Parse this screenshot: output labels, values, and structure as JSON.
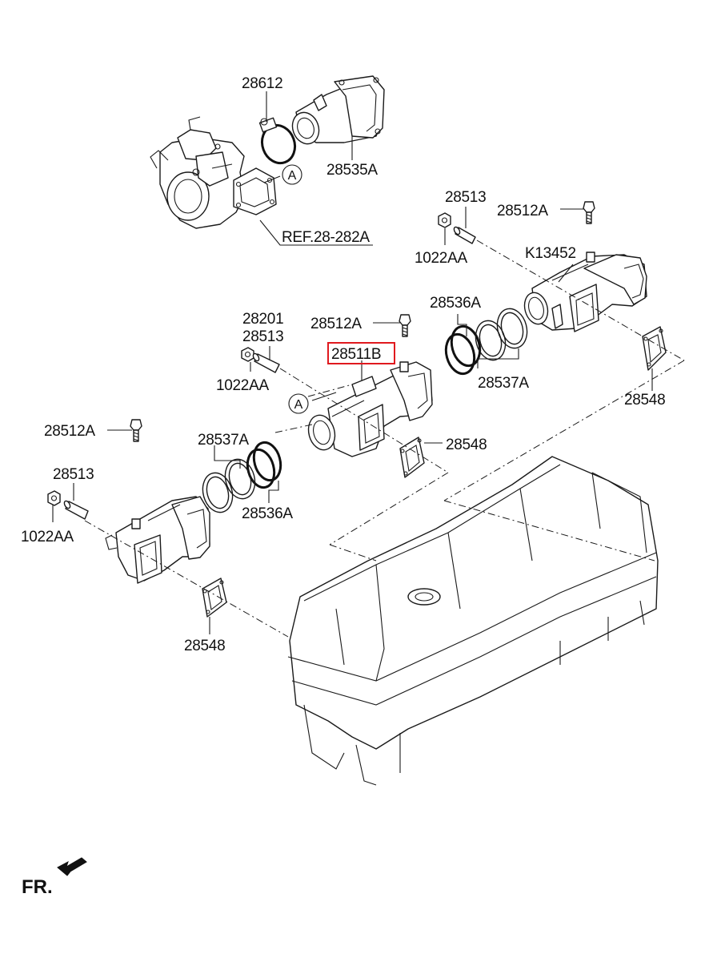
{
  "labels": {
    "p28612": "28612",
    "p28535a": "28535A",
    "circle_a_top": "A",
    "ref": "REF.28-282A",
    "p28513_r": "28513",
    "p28512a_r": "28512A",
    "p1022aa_r": "1022AA",
    "k13452": "K13452",
    "p28536a_r": "28536A",
    "p28537a_r": "28537A",
    "p28548_r": "28548",
    "p28201": "28201",
    "p28513_m": "28513",
    "p28512a_m": "28512A",
    "p28511b": "28511B",
    "p1022aa_m": "1022AA",
    "circle_a_mid": "A",
    "p28548_m": "28548",
    "p28512a_l": "28512A",
    "p28537a_l": "28537A",
    "p28513_l": "28513",
    "p1022aa_l": "1022AA",
    "p28536a_l": "28536A",
    "p28548_l": "28548",
    "fr": "FR."
  },
  "highlight": {
    "part": "28511B",
    "color": "#e0191e"
  }
}
